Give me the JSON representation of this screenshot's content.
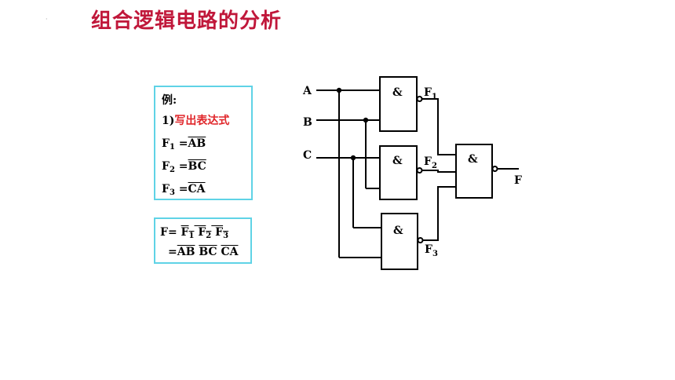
{
  "slide": {
    "dot": "·",
    "title": "组合逻辑电路的分析",
    "title_color": "#c0173a"
  },
  "example_box": {
    "label": "例:",
    "step_num": "1)",
    "step_text": "写出表达式",
    "f1": {
      "name": "F",
      "sub": "1",
      "eq": " =",
      "expr": "AB"
    },
    "f2": {
      "name": "F",
      "sub": "2",
      "eq": " =",
      "expr": "BC"
    },
    "f3": {
      "name": "F",
      "sub": "3",
      "eq": " =",
      "expr": "CA"
    }
  },
  "result_box": {
    "lhs": "F= ",
    "t1": "F",
    "t1s": "1",
    "t2": " F",
    "t2s": "2",
    "t3": " F",
    "t3s": "3",
    "eq2": "=",
    "e1": "AB",
    "e2": "BC",
    "e3": "CA"
  },
  "circuit": {
    "inputs": [
      "A",
      "B",
      "C"
    ],
    "gate_symbol": "&",
    "outputs": [
      {
        "name": "F",
        "sub": "1"
      },
      {
        "name": "F",
        "sub": "2"
      },
      {
        "name": "F",
        "sub": "3"
      }
    ],
    "final_output": "F"
  }
}
